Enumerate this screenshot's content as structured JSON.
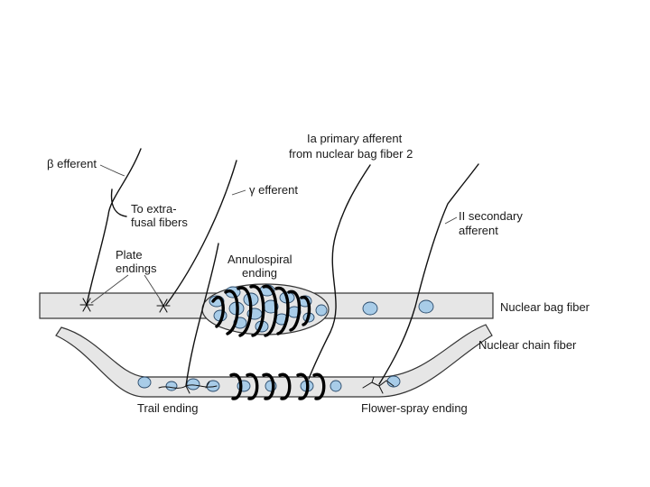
{
  "labels": {
    "beta_efferent": "β efferent",
    "to_extra_1": "To extra-",
    "to_extra_2": "fusal fibers",
    "gamma_efferent": "γ efferent",
    "ia_1": "Ia primary afferent",
    "ia_2": "from nuclear bag fiber 2",
    "ii_1": "II secondary",
    "ii_2": "afferent",
    "plate_1": "Plate",
    "plate_2": "endings",
    "annulo_1": "Annulospiral",
    "annulo_2": "ending",
    "nuclear_bag": "Nuclear bag fiber",
    "nuclear_chain": "Nuclear chain fiber",
    "trail": "Trail ending",
    "flower": "Flower-spray ending"
  },
  "colors": {
    "fiber_fill": "#e6e6e6",
    "nucleus_fill": "#a8cce8",
    "ink": "#111111"
  }
}
